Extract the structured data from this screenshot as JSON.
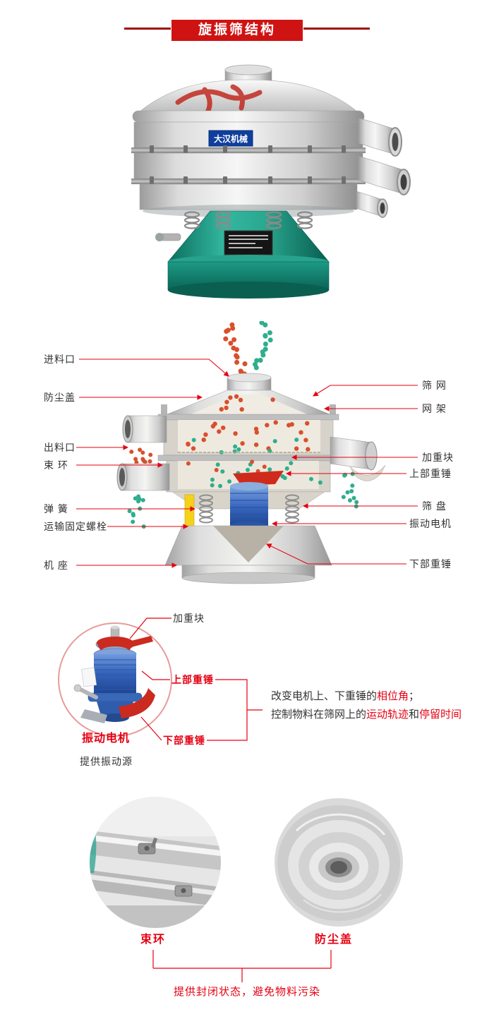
{
  "header": {
    "title": "旋振筛结构"
  },
  "product_photo": {
    "brand_label": "大汉机械"
  },
  "diagram": {
    "left_labels": [
      {
        "id": "feed-inlet",
        "label": "进料口"
      },
      {
        "id": "dust-cover",
        "label": "防尘盖"
      },
      {
        "id": "discharge-outlet",
        "label": "出料口"
      },
      {
        "id": "clamp-ring",
        "label": "束 环"
      },
      {
        "id": "spring",
        "label": "弹 簧"
      },
      {
        "id": "transport-fixing-bolt",
        "label": "运输固定螺栓"
      },
      {
        "id": "machine-base",
        "label": "机 座"
      }
    ],
    "right_labels": [
      {
        "id": "screen-mesh",
        "label": "筛 网"
      },
      {
        "id": "mesh-frame",
        "label": "网 架"
      },
      {
        "id": "weight-block",
        "label": "加重块"
      },
      {
        "id": "upper-hammer",
        "label": "上部重锤"
      },
      {
        "id": "sieve-tray",
        "label": "筛 盘"
      },
      {
        "id": "vibration-motor",
        "label": "振动电机"
      },
      {
        "id": "lower-hammer",
        "label": "下部重锤"
      }
    ]
  },
  "motor_section": {
    "weight_block_label": "加重块",
    "upper_hammer_label": "上部重锤",
    "lower_hammer_label": "下部重锤",
    "motor_label": "振动电机",
    "caption": "提供振动源",
    "desc1_a": "改变电机上、下重锤的",
    "desc1_b": "相位角",
    "desc1_c": "；",
    "desc2_a": "控制物料在筛网上的",
    "desc2_b": "运动轨迹",
    "desc2_c": "和",
    "desc2_d": "停留时间"
  },
  "bottom_section": {
    "left_label": "束环",
    "right_label": "防尘盖",
    "caption": "提供封闭状态，避免物料污染"
  },
  "colors": {
    "banner_red": "#cf1312",
    "banner_line_red": "#9e0b0f",
    "accent_red": "#e60012",
    "label_black": "#333333",
    "base_teal": "#17917e",
    "motor_blue": "#3a68b8",
    "particle_red": "#d8502c",
    "particle_green": "#2fae8c"
  }
}
